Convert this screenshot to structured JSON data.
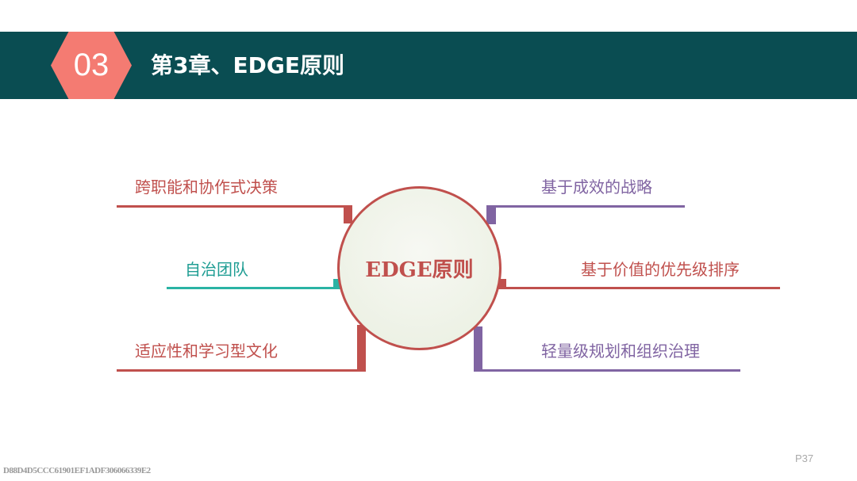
{
  "header": {
    "chapter_number": "03",
    "title": "第3章、EDGE原则"
  },
  "center": {
    "label": "EDGE原则"
  },
  "items": {
    "left_top": "跨职能和协作式决策",
    "left_mid": "自治团队",
    "left_bottom": "适应性和学习型文化",
    "right_top": "基于成效的战略",
    "right_mid": "基于价值的优先级排序",
    "right_bottom": "轻量级规划和组织治理"
  },
  "colors": {
    "band": "#0a4d52",
    "hex": "#f47b72",
    "red": "#c0504d",
    "purple": "#8064a2",
    "teal": "#2ab3a4"
  },
  "footer": {
    "page": "P37",
    "code": "D88D4D5CCC61901EF1ADF306066339E2"
  }
}
